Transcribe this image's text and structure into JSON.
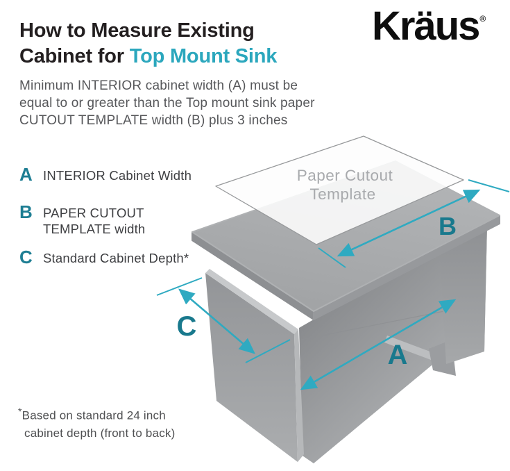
{
  "header": {
    "title_line1": "How to Measure Existing",
    "title_line2_prefix": "Cabinet for ",
    "title_line2_highlight": "Top Mount Sink",
    "logo_text": "Kräus",
    "logo_registered": "®"
  },
  "intro": {
    "line1": "Minimum INTERIOR cabinet width (A) must be",
    "line2": "equal to or greater than the Top mount sink paper",
    "line3": "CUTOUT TEMPLATE width (B) plus 3 inches"
  },
  "legend": {
    "items": [
      {
        "key": "A",
        "lines": [
          "INTERIOR Cabinet Width"
        ]
      },
      {
        "key": "B",
        "lines": [
          "PAPER CUTOUT",
          "TEMPLATE width"
        ]
      },
      {
        "key": "C",
        "lines": [
          "Standard Cabinet Depth*"
        ]
      }
    ]
  },
  "diagram": {
    "template_label_line1": "Paper Cutout",
    "template_label_line2": "Template",
    "marker_a": "A",
    "marker_b": "B",
    "marker_c": "C"
  },
  "footnote": {
    "asterisk": "*",
    "line1": "Based on standard 24 inch",
    "line2": "cabinet depth (front to back)"
  },
  "colors": {
    "accent_teal": "#2ba7bd",
    "legend_teal": "#1e7e93",
    "diagram_letter_teal": "#19798d",
    "arrow_teal": "#2faac1",
    "heading_dark": "#231f20",
    "body_gray": "#56575a",
    "cabinet_gray": "#9b9da0",
    "template_text_gray": "#a8aaad"
  }
}
